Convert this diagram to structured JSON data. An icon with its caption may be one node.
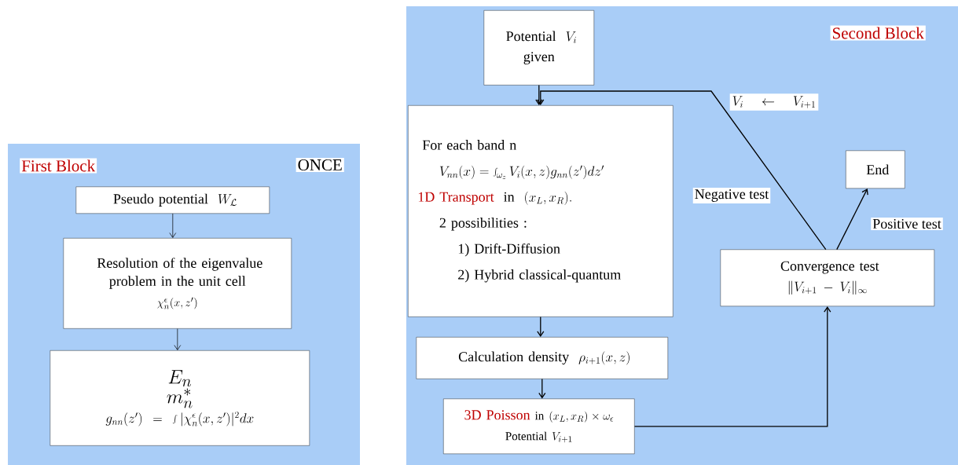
{
  "diagram": {
    "nodes": [
      {
        "text": [
          "First Block",
          "ONCE"
        ]
      },
      {
        "text": [
          "Pseudo potential",
          "W_{\\mathcal{L}}"
        ],
        "in": 0
      },
      {
        "text": [
          "Resolution of the eigenvalue problem in the unit cell",
          "\\chi_n^{\\epsilon}(x,z')"
        ],
        "in": 0
      },
      {
        "text": [
          "E_n",
          "m_n^*",
          "g_{nn}(z') = \\int |\\chi_n^{\\epsilon}(x,z')|^2 dx"
        ],
        "in": 0
      },
      {
        "text": [
          "Second Block"
        ]
      },
      {
        "text": [
          "Potential",
          "V_i",
          "given"
        ],
        "in": 4
      },
      {
        "text": [
          "For each band n",
          "V_{nn}(x) = \\int_{\\omega_z} V_i(x,z) g_{nn}(z') dz'",
          "1D Transport",
          "in",
          "(x_L, x_R).",
          "2 possibilities :",
          "1) Drift-Diffusion",
          "2) Hybrid classical-quantum"
        ],
        "in": 4
      },
      {
        "text": [
          "Calculation density",
          "\\rho_{i+1}(x,z)"
        ],
        "in": 4
      },
      {
        "text": [
          "3D Poisson",
          "in",
          "(x_L, x_R) \\times \\omega_{\\epsilon}",
          "Potential",
          "V_{i+1}"
        ],
        "in": 4
      },
      {
        "text": [
          "Convergence test",
          "\\|V_{i+1} - V_i\\|_{\\infty}"
        ],
        "in": 4
      },
      {
        "text": [
          "End"
        ],
        "in": 4
      }
    ],
    "edges": [
      {
        "from": 1,
        "to": 2,
        "arrow": "to"
      },
      {
        "from": 2,
        "to": 3,
        "arrow": "to"
      },
      {
        "from": 5,
        "to": 6,
        "arrow": "to"
      },
      {
        "from": 6,
        "to": 7,
        "arrow": "to"
      },
      {
        "from": 7,
        "to": 8,
        "arrow": "to"
      },
      {
        "from": 8,
        "to": 9,
        "arrow": "to"
      },
      {
        "from": 9,
        "to": 6,
        "arrow": "to",
        "label": "Negative test"
      },
      {
        "from": 9,
        "to": 10,
        "arrow": "to",
        "label": "Positive test"
      }
    ],
    "labels": [
      "V_i \\quad\\leftarrow\\quad V_{i+1}"
    ]
  }
}
